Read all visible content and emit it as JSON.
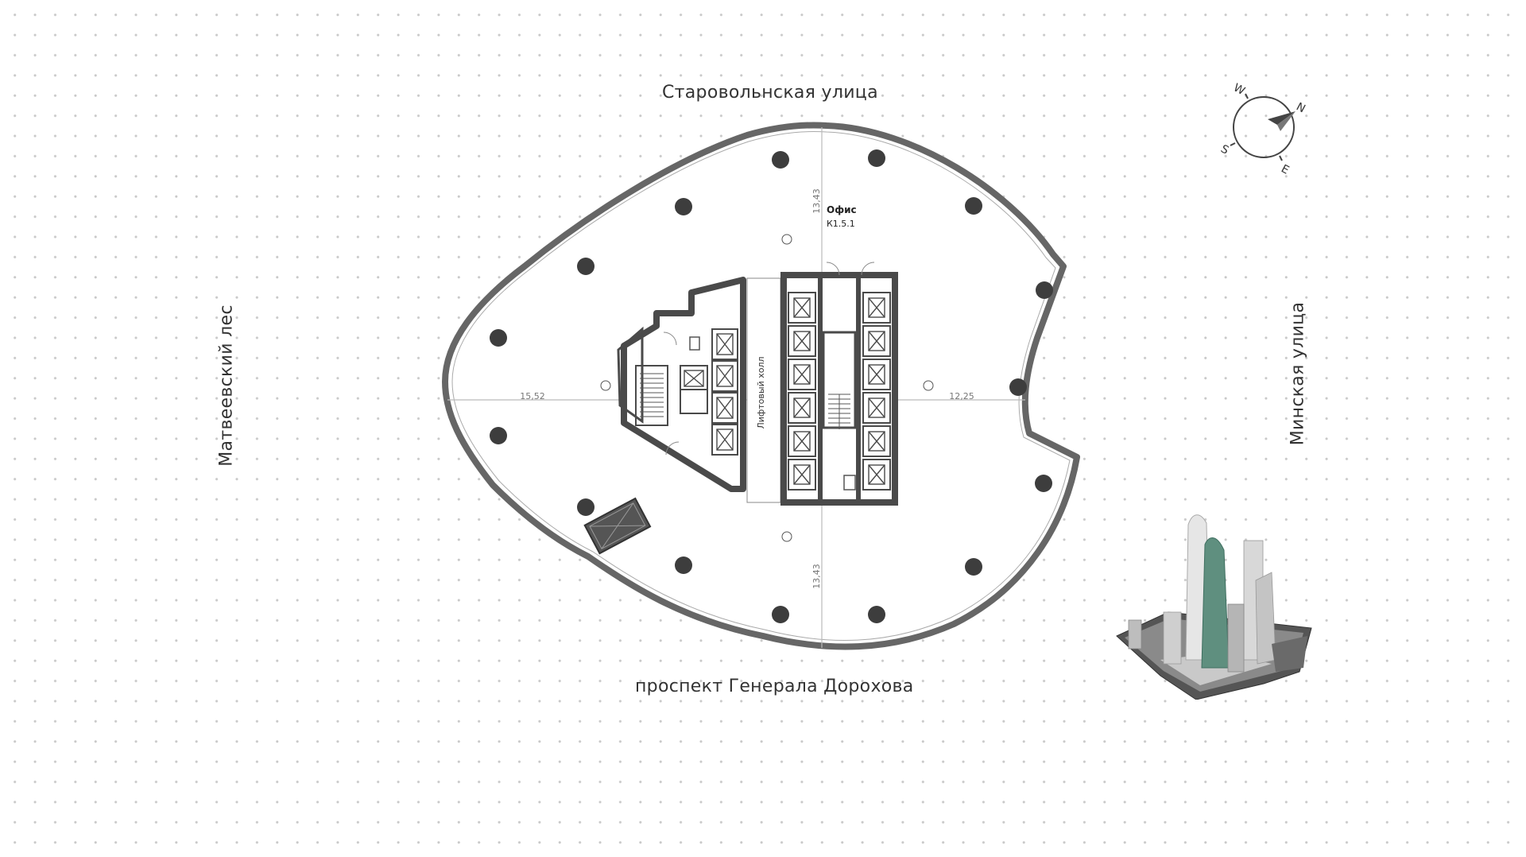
{
  "streets": {
    "north": "Старовольнская улица",
    "south": "проспект Генерала Дорохова",
    "west": "Матвеевский лес",
    "east": "Минская улица"
  },
  "office": {
    "title": "Офис",
    "code": "К1.5.1"
  },
  "lift_hall": "Лифтовый холл",
  "dimensions": {
    "west": "15,52",
    "east": "12,25",
    "north": "13,43",
    "south": "13,43"
  },
  "compass": {
    "n": "N",
    "e": "E",
    "s": "S",
    "w": "W"
  },
  "colors": {
    "wall": "#4a4a4a",
    "facade": "#777777",
    "column": "#3d3d3d",
    "highlight_tower": "#5f8f7f"
  }
}
